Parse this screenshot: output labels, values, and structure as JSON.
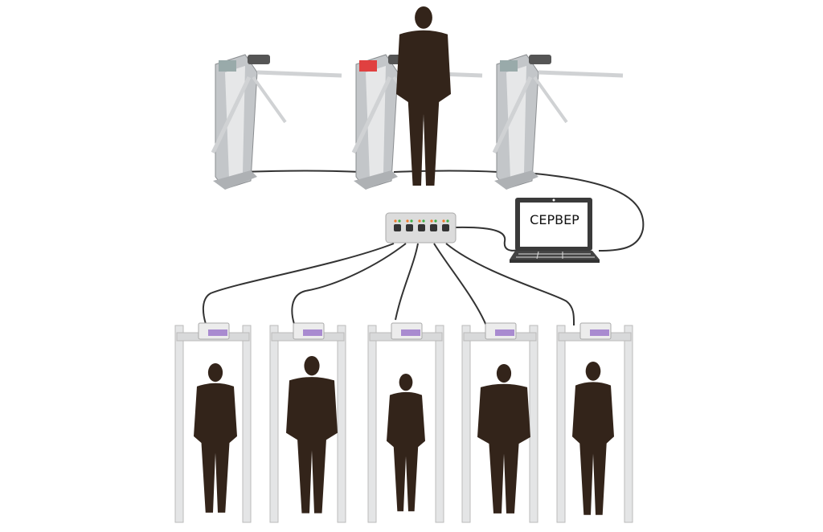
{
  "server": {
    "label": "СЕРВЕР"
  },
  "switch": {
    "ports": 5
  },
  "turnstiles": [
    {
      "indicator": "green"
    },
    {
      "indicator": "red"
    },
    {
      "indicator": "green"
    }
  ],
  "detectors": [
    {
      "id": 1
    },
    {
      "id": 2
    },
    {
      "id": 3
    },
    {
      "id": 4
    },
    {
      "id": 5
    }
  ],
  "colors": {
    "silhouette": "#33241a",
    "cable": "#333333",
    "metal": "#b9bcbf",
    "led_orange": "#f07a2a",
    "led_green": "#3cb043",
    "panel_purple": "#a98bd0",
    "red_indicator": "#e04040"
  }
}
